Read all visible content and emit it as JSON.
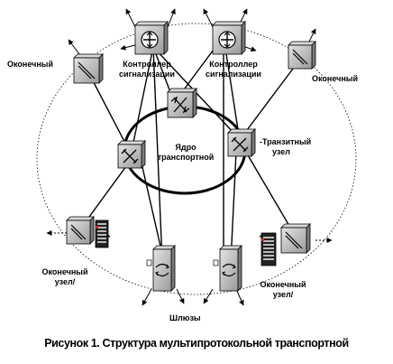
{
  "labels": {
    "terminal_top_left": "Оконечный",
    "terminal_top_right": "Оконечный",
    "controller_left": [
      "Контроллер",
      "сигнализации"
    ],
    "controller_right": [
      "Контроллер",
      "сигнализации"
    ],
    "core": [
      "Ядро",
      "транспортной"
    ],
    "transit": [
      "-Транзитный",
      "узел"
    ],
    "terminal_node_left": [
      "Оконечный",
      "узел/"
    ],
    "terminal_node_right": [
      "Оконечный",
      "узел/"
    ],
    "gateways": "Шлюзы"
  },
  "caption": "Рисунок 1. Структура мультипротокольной транспортной",
  "icons": [
    "router-icon",
    "switch-icon",
    "terminal-node-icon",
    "server-icon",
    "gateway-icon"
  ]
}
